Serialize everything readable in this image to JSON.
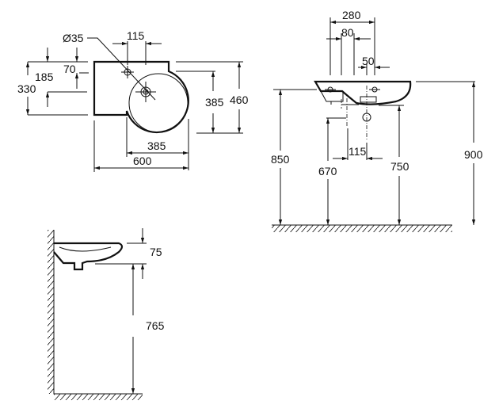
{
  "plan_view": {
    "hole_diameter": "Ø35",
    "tap_offset": "115",
    "top_to_hole": "70",
    "top_to_drain": "185",
    "left_depth": "330",
    "bowl_depth": "385",
    "total_depth": "460",
    "bowl_width": "385",
    "total_width": "600"
  },
  "front_view": {
    "width_280": "280",
    "width_80": "80",
    "width_50": "50",
    "height_850": "850",
    "height_670": "670",
    "offset_115": "115",
    "height_750": "750",
    "height_900": "900"
  },
  "side_view": {
    "basin_height": "75",
    "mount_height": "765"
  }
}
